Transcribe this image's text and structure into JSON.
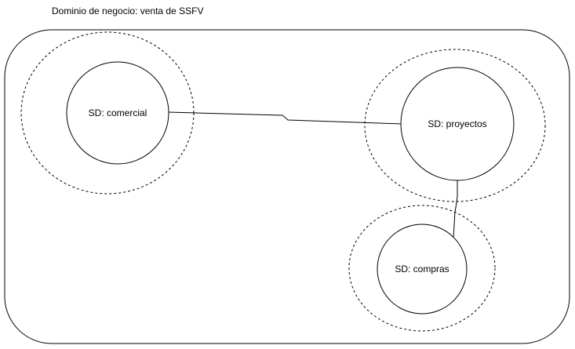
{
  "diagram": {
    "title": "Dominio de negocio: venta de SSFV",
    "nodes": {
      "comercial": {
        "label": "SD: comercial"
      },
      "proyectos": {
        "label": "SD: proyectos"
      },
      "compras": {
        "label": "SD: compras"
      }
    },
    "edges": [
      {
        "from": "comercial",
        "to": "proyectos"
      },
      {
        "from": "proyectos",
        "to": "compras"
      }
    ],
    "colors": {
      "stroke": "#000000",
      "background": "#ffffff"
    }
  }
}
